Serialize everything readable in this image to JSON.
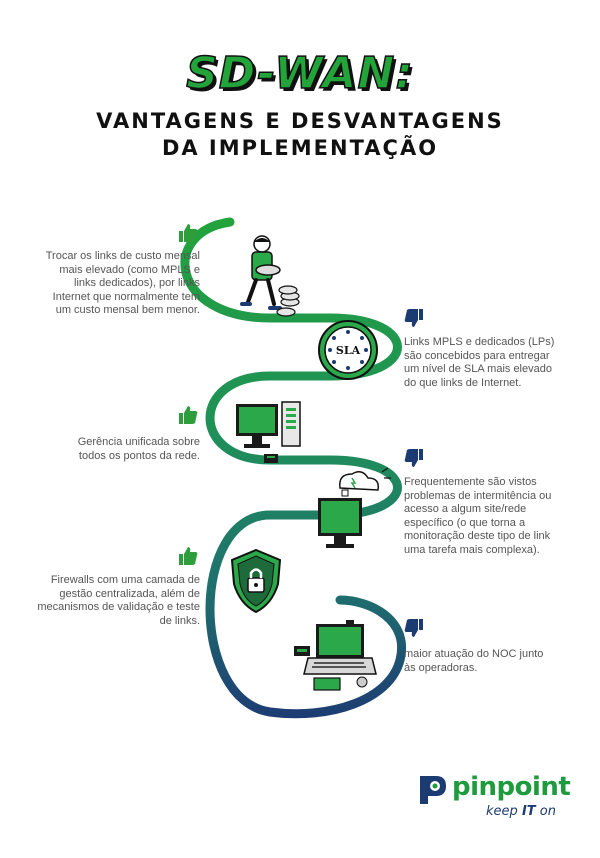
{
  "header": {
    "title": "SD-WAN:",
    "subtitle_line1": "VANTAGENS E DESVANTAGENS",
    "subtitle_line2": "DA IMPLEMENTAÇÃO"
  },
  "items": [
    {
      "kind": "advantage",
      "icon": "thumbs-up-icon",
      "text": "Trocar os links de custo mensal mais elevado (como MPLS e links dedicados), por links Internet que normalmente tem um custo mensal bem menor."
    },
    {
      "kind": "disadvantage",
      "icon": "thumbs-down-icon",
      "text": "Links MPLS e dedicados (LPs) são concebidos para entregar um nível de SLA mais elevado do que links de Internet."
    },
    {
      "kind": "advantage",
      "icon": "thumbs-up-icon",
      "text": "Gerência unificada sobre todos os pontos da rede."
    },
    {
      "kind": "disadvantage",
      "icon": "thumbs-down-icon",
      "text": "Frequentemente são vistos problemas de intermitência ou acesso a algum site/rede específico (o que torna a monitoração deste tipo de link uma tarefa mais complexa)."
    },
    {
      "kind": "advantage",
      "icon": "thumbs-up-icon",
      "text": "Firewalls com uma camada de gestão centralizada, além de mecanismos de validação e teste de links."
    },
    {
      "kind": "disadvantage",
      "icon": "thumbs-down-icon",
      "text": "maior atuação do NOC junto às operadoras."
    }
  ],
  "sla_label": "SLA",
  "logo": {
    "word": "pinpoint",
    "tag_prefix": "keep ",
    "tag_bold": "IT",
    "tag_suffix": " on"
  },
  "colors": {
    "green": "#22a43a",
    "teal": "#1f7d6b",
    "navy": "#1d3b73",
    "thumb_up": "#2e9e3c",
    "thumb_down": "#1d3b73"
  }
}
